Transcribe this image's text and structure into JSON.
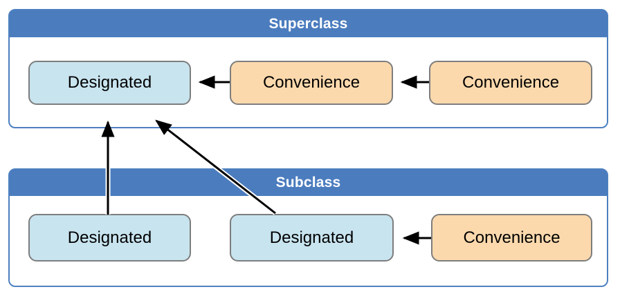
{
  "superclass": {
    "title": "Superclass",
    "boxes": [
      {
        "label": "Designated",
        "kind": "designated"
      },
      {
        "label": "Convenience",
        "kind": "convenience"
      },
      {
        "label": "Convenience",
        "kind": "convenience"
      }
    ]
  },
  "subclass": {
    "title": "Subclass",
    "boxes": [
      {
        "label": "Designated",
        "kind": "designated"
      },
      {
        "label": "Designated",
        "kind": "designated"
      },
      {
        "label": "Convenience",
        "kind": "convenience"
      }
    ]
  },
  "arrows": [
    "superclass-convenience2-to-convenience1",
    "superclass-convenience1-to-designated",
    "subclass-convenience-to-designated2",
    "subclass-designated1-up-to-superclass-designated",
    "subclass-designated2-up-to-superclass-designated"
  ],
  "colors": {
    "header_blue": "#4b7cbe",
    "container_border": "#4d80c0",
    "designated_fill": "#c8e4ef",
    "convenience_fill": "#fcd9ad",
    "box_border": "#7d7d7d",
    "arrow": "#000000",
    "title_text": "#ffffff"
  }
}
